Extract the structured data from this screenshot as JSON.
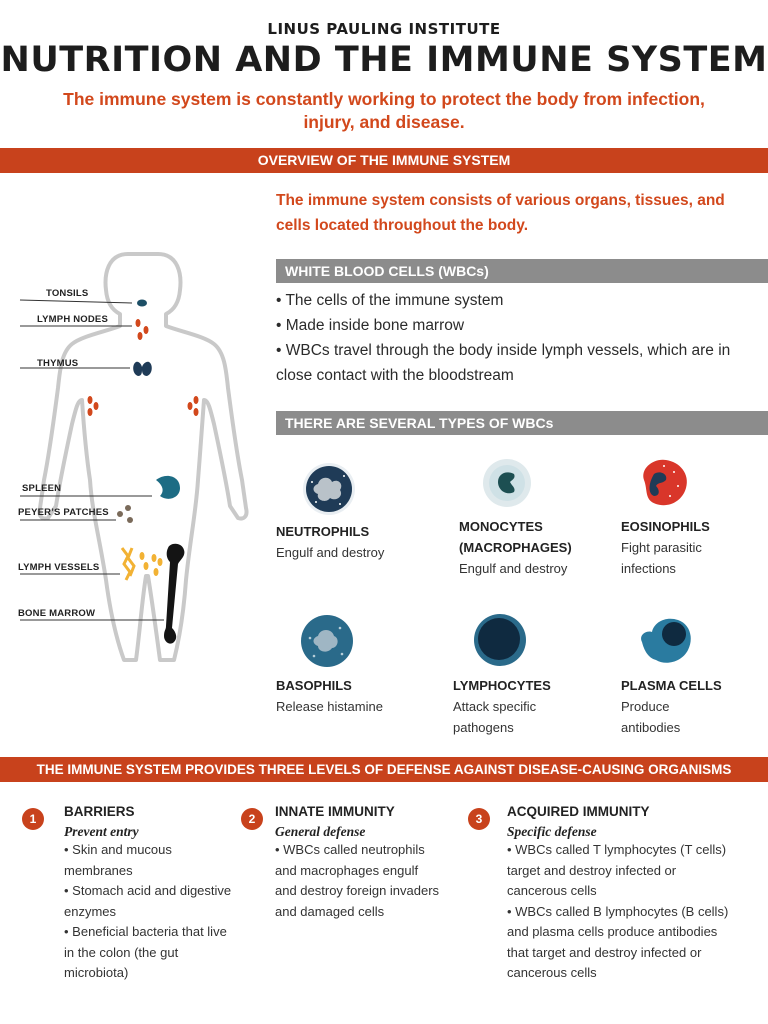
{
  "header": {
    "institute": "LINUS PAULING INSTITUTE",
    "title": "NUTRITION AND THE IMMUNE SYSTEM",
    "subtitle": "The immune system is constantly working to protect the body from infection, injury, and disease."
  },
  "overview": {
    "band": "OVERVIEW OF THE IMMUNE SYSTEM",
    "intro": "The immune system consists of various organs, tissues, and cells located throughout the body."
  },
  "body_labels": {
    "tonsils": "TONSILS",
    "lymph_nodes": "LYMPH NODES",
    "thymus": "THYMUS",
    "spleen": "SPLEEN",
    "peyers_patches": "PEYER’S PATCHES",
    "lymph_vessels": "LYMPH VESSELS",
    "bone_marrow": "BONE MARROW"
  },
  "wbc": {
    "heading": "WHITE BLOOD CELLS (WBCs)",
    "items": [
      "• The cells of the immune system",
      "• Made inside bone marrow",
      "• WBCs travel through the body inside lymph vessels, which are in close contact with the bloodstream"
    ]
  },
  "types": {
    "heading": "THERE ARE SEVERAL TYPES OF WBCs",
    "cells": [
      {
        "name": "NEUTROPHILS",
        "desc": "Engulf and destroy"
      },
      {
        "name": "MONOCYTES (MACROPHAGES)",
        "desc": "Engulf and destroy"
      },
      {
        "name": "EOSINOPHILS",
        "desc": "Fight parasitic infections"
      },
      {
        "name": "BASOPHILS",
        "desc": "Release histamine"
      },
      {
        "name": "LYMPHOCYTES",
        "desc": "Attack specific pathogens"
      },
      {
        "name": "PLASMA CELLS",
        "desc": "Produce antibodies"
      }
    ]
  },
  "defense": {
    "band": "THE IMMUNE SYSTEM PROVIDES THREE LEVELS OF DEFENSE AGAINST DISEASE-CAUSING ORGANISMS",
    "levels": [
      {
        "number": "1",
        "title": "BARRIERS",
        "subtitle": "Prevent entry",
        "items": [
          "• Skin and mucous membranes",
          "• Stomach acid and digestive enzymes",
          "• Beneficial bacteria that live in the colon (the gut microbiota)"
        ]
      },
      {
        "number": "2",
        "title": "INNATE IMMUNITY",
        "subtitle": "General defense",
        "items": [
          "• WBCs called neutrophils and macrophages engulf and destroy foreign invaders and damaged cells"
        ]
      },
      {
        "number": "3",
        "title": "ACQUIRED IMMUNITY",
        "subtitle": "Specific defense",
        "items": [
          "• WBCs called T lymphocytes (T cells) target and destroy infected or cancerous cells",
          "• WBCs called B lymphocytes (B cells) and plasma cells produce antibodies that target and destroy infected or cancerous cells"
        ]
      }
    ]
  },
  "colors": {
    "accent": "#c8421c",
    "accent_text": "#d2481c",
    "grey_band": "#8c8c8c",
    "navy": "#1f3b57",
    "teal": "#1d6c84"
  }
}
